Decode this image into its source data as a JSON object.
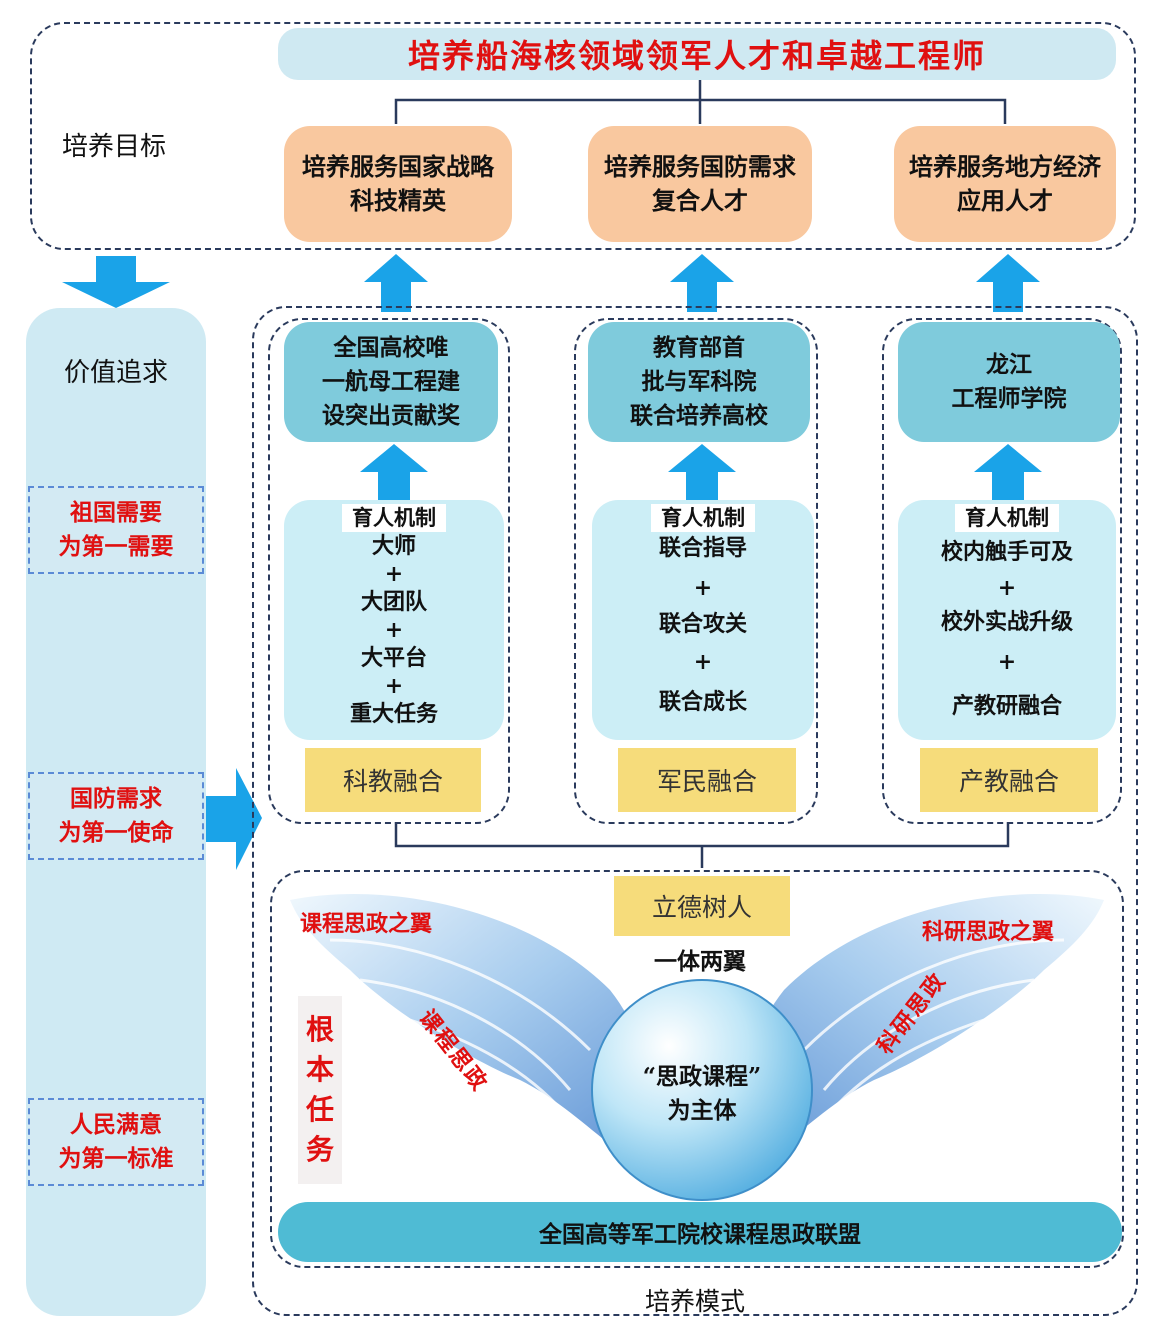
{
  "top_title": "培养船海核领域领军人才和卓越工程师",
  "goal_label": "培养目标",
  "goals": [
    "培养服务国家战略科技精英",
    "培养服务国防需求复合人才",
    "培养服务地方经济应用人才"
  ],
  "value_label": "价值追求",
  "values": [
    {
      "line1": "祖国需要",
      "line2": "为第一需要"
    },
    {
      "line1": "国防需求",
      "line2": "为第一使命"
    },
    {
      "line1": "人民满意",
      "line2": "为第一标准"
    }
  ],
  "columns": [
    {
      "achievement": [
        "全国高校唯",
        "一航母工程建",
        "设突出贡献奖"
      ],
      "mechanism_label": "育人机制",
      "mechanism": [
        "大师",
        "大团队",
        "大平台",
        "重大任务"
      ],
      "plus": "+",
      "integration": "科教融合"
    },
    {
      "achievement": [
        "教育部首",
        "批与军科院",
        "联合培养高校"
      ],
      "mechanism_label": "育人机制",
      "mechanism": [
        "联合指导",
        "联合攻关",
        "联合成长"
      ],
      "plus": "+",
      "integration": "军民融合"
    },
    {
      "achievement": [
        "龙江",
        "工程师学院"
      ],
      "mechanism_label": "育人机制",
      "mechanism": [
        "校内触手可及",
        "校外实战升级",
        "产教研融合"
      ],
      "plus": "+",
      "integration": "产教融合"
    }
  ],
  "lide": "立德树人",
  "yiti": "一体两翼",
  "wing_left_title": "课程思政之翼",
  "wing_right_title": "科研思政之翼",
  "wing_left_diag": "课程思政",
  "wing_right_diag": "科研思政",
  "root_task": [
    "根",
    "本",
    "任",
    "务"
  ],
  "center_line1": "“思政课程”",
  "center_line2": "为主体",
  "alliance": "全国高等军工院校课程思政联盟",
  "mode_label": "培养模式",
  "colors": {
    "title_red": "#e01010",
    "orange": "#f9c89f",
    "teal": "#7fcbdc",
    "pale": "#cceef6",
    "yellow": "#f6dc7b",
    "arrow": "#1aa3e8"
  }
}
